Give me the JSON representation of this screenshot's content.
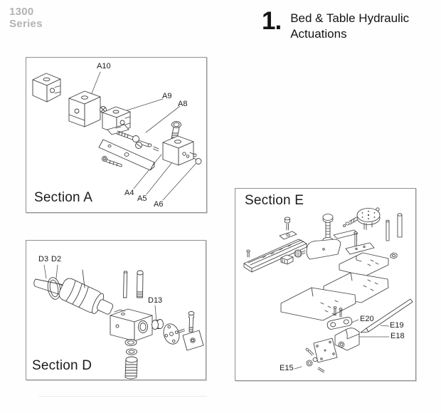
{
  "page": {
    "series_line1": "1300",
    "series_line2": "Series",
    "title_number": "1.",
    "title_line1": "Bed & Table Hydraulic",
    "title_line2": "Actuations"
  },
  "sections": {
    "a": {
      "title": "Section A",
      "labels": {
        "a10": "A10",
        "a9": "A9",
        "a8": "A8",
        "a4": "A4",
        "a5": "A5",
        "a6": "A6"
      }
    },
    "d": {
      "title": "Section D",
      "labels": {
        "d3": "D3",
        "d2": "D2",
        "d13": "D13"
      }
    },
    "e": {
      "title": "Section E",
      "labels": {
        "e20": "E20",
        "e19": "E19",
        "e18": "E18",
        "e15": "E15"
      }
    }
  },
  "colors": {
    "series_text": "#b3b3b3",
    "title_text": "#141414",
    "box_border": "#8f8f8f",
    "drawing_stroke": "#3f3f3f",
    "label_text": "#1b1b1b",
    "background": "#ffffff"
  }
}
